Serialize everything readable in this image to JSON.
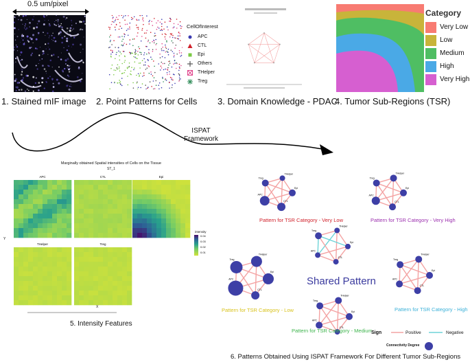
{
  "panels": {
    "p1": {
      "caption": "1. Stained mIF image",
      "scale_label": "0.5 um/pixel"
    },
    "p2": {
      "caption": "2. Point Patterns for Cells",
      "legend_title": "CellOfInterest",
      "legend": [
        {
          "label": "APC",
          "color": "#3a3ab0",
          "marker": "circle"
        },
        {
          "label": "CTL",
          "color": "#d0202a",
          "marker": "triangle"
        },
        {
          "label": "Epi",
          "color": "#7ac943",
          "marker": "square"
        },
        {
          "label": "Others",
          "color": "#555555",
          "marker": "plus"
        },
        {
          "label": "THelper",
          "color": "#e0458c",
          "marker": "boxed-x"
        },
        {
          "label": "Treg",
          "color": "#2e8b57",
          "marker": "asterisk"
        }
      ]
    },
    "p3": {
      "caption": "3. Domain Knowledge - PDAC"
    },
    "p4": {
      "caption": "4. Tumor Sub-Regions (TSR)",
      "legend_title": "Category",
      "categories": [
        {
          "label": "Very Low",
          "color": "#f87b72"
        },
        {
          "label": "Low",
          "color": "#c8b43a"
        },
        {
          "label": "Medium",
          "color": "#4fbe63"
        },
        {
          "label": "High",
          "color": "#4aa9e6"
        },
        {
          "label": "Very High",
          "color": "#d65fd0"
        }
      ]
    },
    "p5": {
      "caption": "5. Intensity Features",
      "title": "Marginally obtained Spatial intensities of Cells on the Tissue",
      "subtitle": "ST_1",
      "facets": [
        "APC",
        "CTL",
        "Epi",
        "THelper",
        "Treg"
      ],
      "legend_title": "intensity",
      "legend_ticks": [
        "0.04",
        "0.03",
        "0.02",
        "0.01"
      ],
      "xlabel": "X",
      "ylabel": "Y"
    },
    "p6": {
      "caption": "6. Patterns Obtained Using ISPAT Framework For Different Tumor Sub-Regions",
      "shared_label": "Shared Pattern",
      "patterns": [
        {
          "label": "Pattern for TSR Category - Very Low",
          "color": "#d0202a"
        },
        {
          "label": "Pattern for TSR Category - Very High",
          "color": "#9b2fae"
        },
        {
          "label": "Pattern for TSR Category - Low",
          "color": "#e6cf1a"
        },
        {
          "label": "Pattern for TSR Category - High",
          "color": "#3ab0d8"
        },
        {
          "label": "Pattern for TSR Category - Medium",
          "color": "#3cb44b"
        }
      ],
      "sign_title": "Sign",
      "positive": "Positive",
      "negative": "Negative",
      "degree_label": "Connectivity Degree"
    }
  },
  "framework_label": "ISPAT\nFramework"
}
